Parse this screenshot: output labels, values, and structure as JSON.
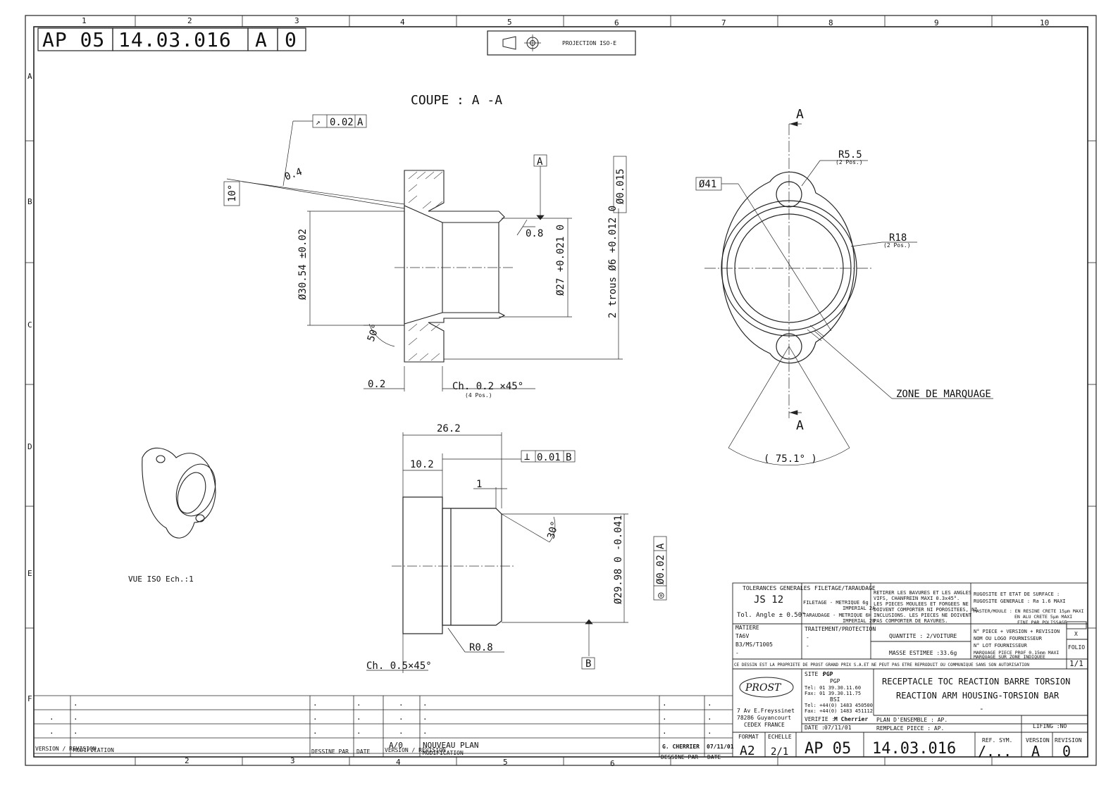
{
  "zones": {
    "cols": [
      "1",
      "2",
      "3",
      "4",
      "5",
      "6",
      "7",
      "8",
      "9",
      "10"
    ],
    "rows": [
      "A",
      "B",
      "C",
      "D",
      "E",
      "F"
    ]
  },
  "header": {
    "prefix": "AP 05",
    "number": "14.03.016",
    "version": "A",
    "revision": "0",
    "projection": "PROJECTION ISO-E"
  },
  "section": {
    "title": "COUPE : A -A",
    "runout": "0.02",
    "datum_ref": "A",
    "angle_10": "10°",
    "rough_04": "0.4",
    "rough_08": "0.8",
    "datum_a": "A",
    "dia_3054": "Ø30.54 ±0.02",
    "dia_27": "Ø27 +0.021 0",
    "holes": "2 trous Ø6 +0.012 0",
    "pos_tol": "Ø0.015",
    "angle_50": "50°",
    "dim_02": "0.2",
    "chamfer": "Ch. 0.2 ×45°",
    "chamfer_pos": "(4 Pos.)"
  },
  "front_view": {
    "section_label_top": "A",
    "section_label_bottom": "A",
    "dia_41": "Ø41",
    "r55": "R5.5",
    "r55_pos": "(2 Pos.)",
    "r18": "R18",
    "r18_pos": "(2 Pos.)",
    "marking_zone": "ZONE DE MARQUAGE",
    "angle": "( 75.1° )"
  },
  "side_view": {
    "dim_262": "26.2",
    "dim_102": "10.2",
    "perp_tol": "0.01",
    "perp_ref": "B",
    "dim_1": "1",
    "angle_30": "30°",
    "dia_2998": "Ø29.98 0 -0.041",
    "conc_tol": "Ø0.02",
    "conc_ref": "A",
    "r08": "R0.8",
    "chamfer": "Ch. 0.5×45°",
    "datum_b": "B"
  },
  "iso_view": {
    "label": "VUE ISO Ech.:1"
  },
  "revisions": {
    "entry_version": "A/0",
    "entry_modification": "NOUVEAU PLAN",
    "drawn_by": "G. CHERRIER",
    "drawn_date": "07/11/01",
    "col_version": "VERSION / REVISION",
    "col_modification": "MODIFICATION",
    "col_dessine": "DESSINE PAR",
    "col_date": "DATE",
    "col_version2": "VERSION / REVISION",
    "col_modification2": "MODIFICATION",
    "col_dessine2": "DESSINE PAR",
    "col_date2": "DATE"
  },
  "title_block": {
    "tol_title": "TOLERANCES GENERALES",
    "tol_value": "JS 12",
    "tol_angle": "Tol. Angle ± 0.50°",
    "filetage_title": "FILETAGE/TARAUDAGE",
    "filetage_1": "FILETAGE - METRIQUE 6g",
    "filetage_2": "IMPERIAL 2A",
    "taraudage_1": "TARAUDAGE - METRIQUE 6H",
    "taraudage_2": "IMPERIAL 2B",
    "notes_1": "RETIRER LES BAVURES ET LES ANGLES",
    "notes_2": "VIFS, CHANFREIN MAXI 0.3x45°.",
    "notes_3": "LES PIECES MOULEES ET FORGEES NE",
    "notes_4": "DOIVENT COMPORTER NI POROSITEES, NI",
    "notes_5": "INCLUSIONS. LES PIECES NE DOIVENT",
    "notes_6": "PAS COMPORTER DE RAYURES.",
    "rugo_1": "RUGOSITE ET ETAT DE SURFACE :",
    "rugo_2": "RUGOSITE GENERALE : Ra 1.6 MAXI",
    "master_1": "MASTER/MOULE : EN RESINE CRETE 15µm MAXI",
    "master_2": "EN ALU CRETE 5µm MAXI",
    "master_3": "FINI PAR POLISSAGE",
    "matiere_title": "MATIERE",
    "matiere_1": "TA6V",
    "matiere_2": "B3/MS/T1005",
    "matiere_3": "-",
    "traitement_title": "TRAITEMENT/PROTECTION",
    "traitement_1": "-",
    "traitement_2": "-",
    "quantite": "QUANTITE : 2/VOITURE",
    "masse": "MASSE ESTIMEE :33.6g",
    "piece_1": "N° PIECE + VERSION + REVISION",
    "piece_1x": "X",
    "piece_2": "NOM OU LOGO FOURNISSEUR",
    "piece_3": "N° LOT FOURNISSEUR",
    "piece_4": "MARQUAGE PIECE PROF 0.15mm MAXI",
    "piece_5": "MARQUAGE SUR ZONE INDIQUEE",
    "folio_label": "FOLIO",
    "folio": "1/1",
    "property": "CE DESSIN EST LA PROPRIETE DE PROST GRAND PRIX S.A.ET NE PEUT PAS ETRE REPRODUIT OU COMMUNIQUE SANS SON AUTORISATION",
    "logo": "PROST",
    "site_label": "SITE :",
    "site": "PGP",
    "pgp": "PGP",
    "pgp_tel": "Tel: 01 39.30.11.60",
    "pgp_fax": "Fax: 01 39.30.11.75",
    "bsi": "BSI",
    "bsi_tel": "Tel: +44(0) 1483 450500",
    "bsi_fax": "Fax: +44(0) 1483 451112",
    "address_1": "7 Av E.Freyssinet",
    "address_2": "78286 Guyancourt",
    "address_3": "CEDEX FRANCE",
    "title_fr": "RECEPTACLE TOC REACTION BARRE TORSION",
    "title_en": "REACTION ARM HOUSING-TORSION BAR",
    "dash": "-",
    "verifie_label": "VERIFIE :",
    "verifie": "M Cherrier",
    "date_label": "DATE :",
    "date": "07/11/01",
    "plan_ensemble": "PLAN D'ENSEMBLE : AP.",
    "remplace": "REMPLACE PIECE : AP.",
    "lifing": "LIFING :NO",
    "format_label": "FORMAT",
    "format": "A2",
    "echelle_label": "ECHELLE",
    "echelle": "2/1",
    "num_prefix": "AP 05",
    "num": "14.03.016",
    "ref_label": "REF. SYM.",
    "ref": "/...",
    "version_label": "VERSION",
    "version": "A",
    "revision_label": "REVISION",
    "revision": "0"
  }
}
